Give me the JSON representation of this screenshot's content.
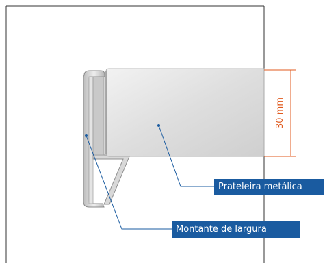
{
  "labels": {
    "shelf": "Prateleira metálica",
    "upright": "Montante de largura"
  },
  "dimension": {
    "value": "30 mm"
  },
  "colors": {
    "label_background": "#1a5ba0",
    "label_text": "#ffffff",
    "dimension": "#e05a1e",
    "leader_line": "#1a5ba0",
    "frame": "#333333"
  }
}
